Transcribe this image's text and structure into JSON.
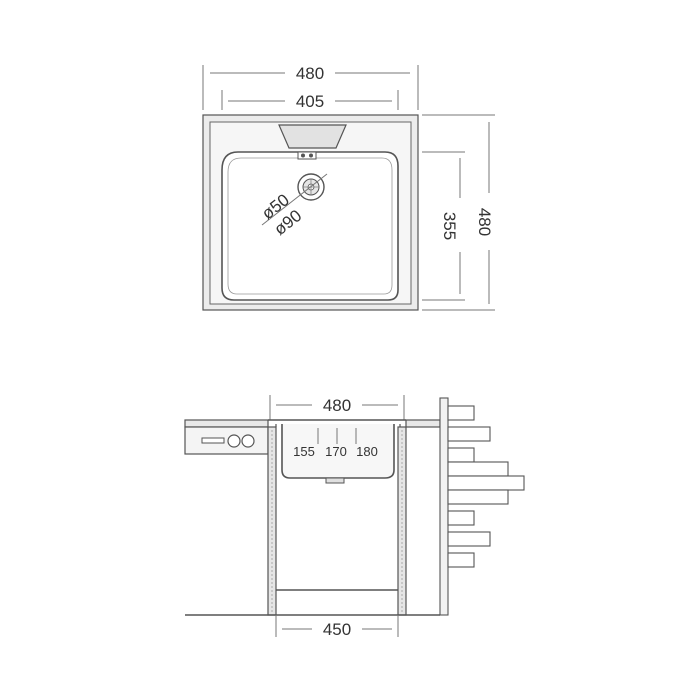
{
  "top_view": {
    "overall_width": "480",
    "inner_width": "405",
    "bowl_length": "355",
    "overall_length": "480",
    "drain_diameter_small": "ø50",
    "drain_diameter_large": "ø90"
  },
  "side_view": {
    "top_width": "480",
    "bottom_width": "450",
    "depths": [
      "155",
      "170",
      "180"
    ]
  },
  "colors": {
    "line": "#555555",
    "fill": "#ececec",
    "text": "#333333"
  }
}
